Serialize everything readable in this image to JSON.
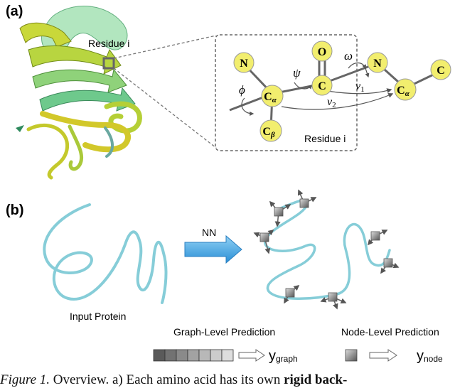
{
  "panel_a": {
    "label": "(a)",
    "residue_label": "Residue i",
    "inset_residue_label": "Residue i",
    "atoms": {
      "n1": "N",
      "ca1_main": "C",
      "ca1_sub": "α",
      "cb_main": "C",
      "cb_sub": "β",
      "c": "C",
      "o": "O",
      "n2": "N",
      "ca2_main": "C",
      "ca2_sub": "α",
      "c_end": "C"
    },
    "angles": {
      "phi": "ϕ",
      "psi": "ψ",
      "omega": "ω",
      "v1_main": "v",
      "v1_sub": "1",
      "v2_main": "v",
      "v2_sub": "2"
    }
  },
  "panel_b": {
    "label": "(b)",
    "arrow_label": "NN",
    "input_label": "Input Protein",
    "graph_level_label": "Graph-Level Prediction",
    "node_level_label": "Node-Level Prediction",
    "y_graph_main": "y",
    "y_graph_sub": "graph",
    "y_node_main": "y",
    "y_node_sub": "node"
  },
  "caption": {
    "prefix": "Figure 1.",
    "text": " Overview. a) Each amino acid has its own ",
    "bold": "rigid back-"
  },
  "colors": {
    "atom_fill": "#f2ee6e",
    "curve": "#86cdd8",
    "nn_arrow": "#4aa8e0",
    "ribbon_green": "#63c48a",
    "ribbon_yellow": "#c9d83a"
  }
}
